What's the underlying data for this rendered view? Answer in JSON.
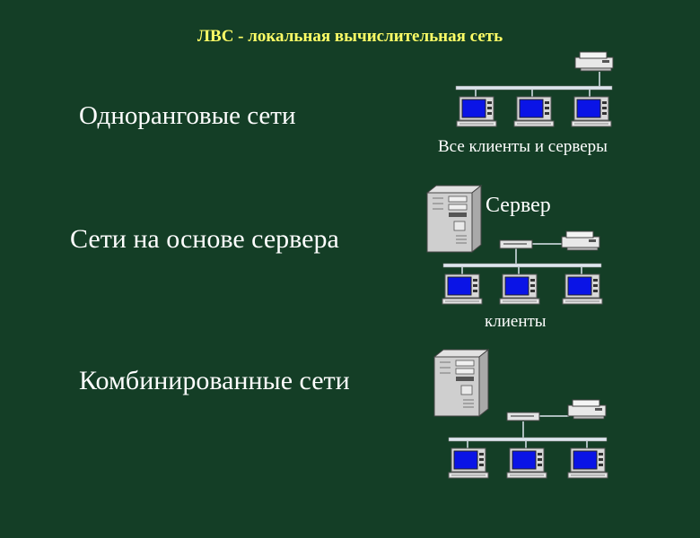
{
  "slide": {
    "title": "ЛВС - локальная вычислительная сеть"
  },
  "topics": {
    "peer_to_peer": "Одноранговые сети",
    "server_based": "Сети на основе сервера",
    "combined": "Комбинированные сети"
  },
  "captions": {
    "peer_all": "Все клиенты и серверы",
    "server": "Сервер",
    "clients": "клиенты"
  },
  "colors": {
    "background": "#143e26",
    "title": "#ffff66",
    "screen": "#0a14e6",
    "device": "#cfcfcf",
    "bus": "#dde6ee"
  }
}
